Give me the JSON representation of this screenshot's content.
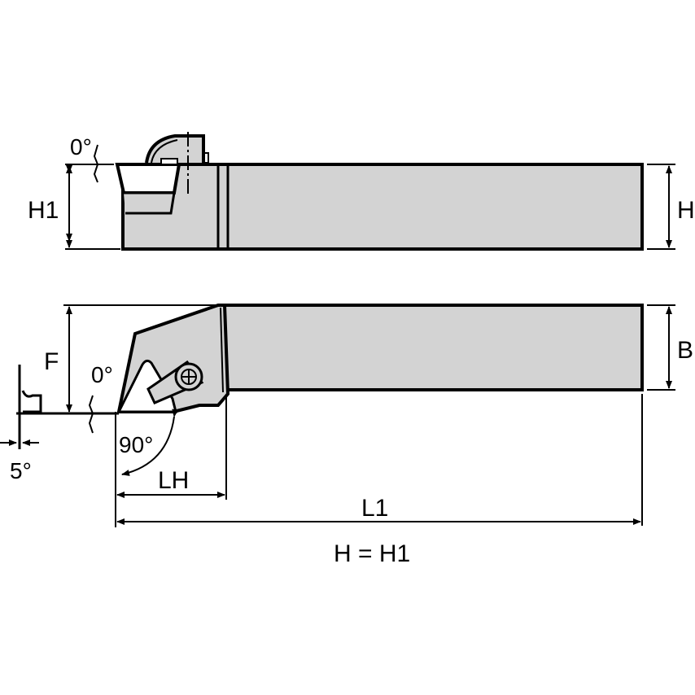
{
  "diagram": {
    "type": "turning tool holder technical drawing",
    "colors": {
      "body_fill": "#d3d3d3",
      "line": "#000000",
      "background": "#ffffff"
    },
    "side_view": {
      "labels": {
        "height_left": "H1",
        "height_right": "H",
        "angle": "0°"
      }
    },
    "top_view": {
      "labels": {
        "offset": "F",
        "width": "B",
        "angle_rake": "0°",
        "angle_lead": "90°",
        "angle_clearance": "5°",
        "head_length": "LH",
        "overall_length": "L1"
      }
    },
    "note": "H = H1"
  }
}
